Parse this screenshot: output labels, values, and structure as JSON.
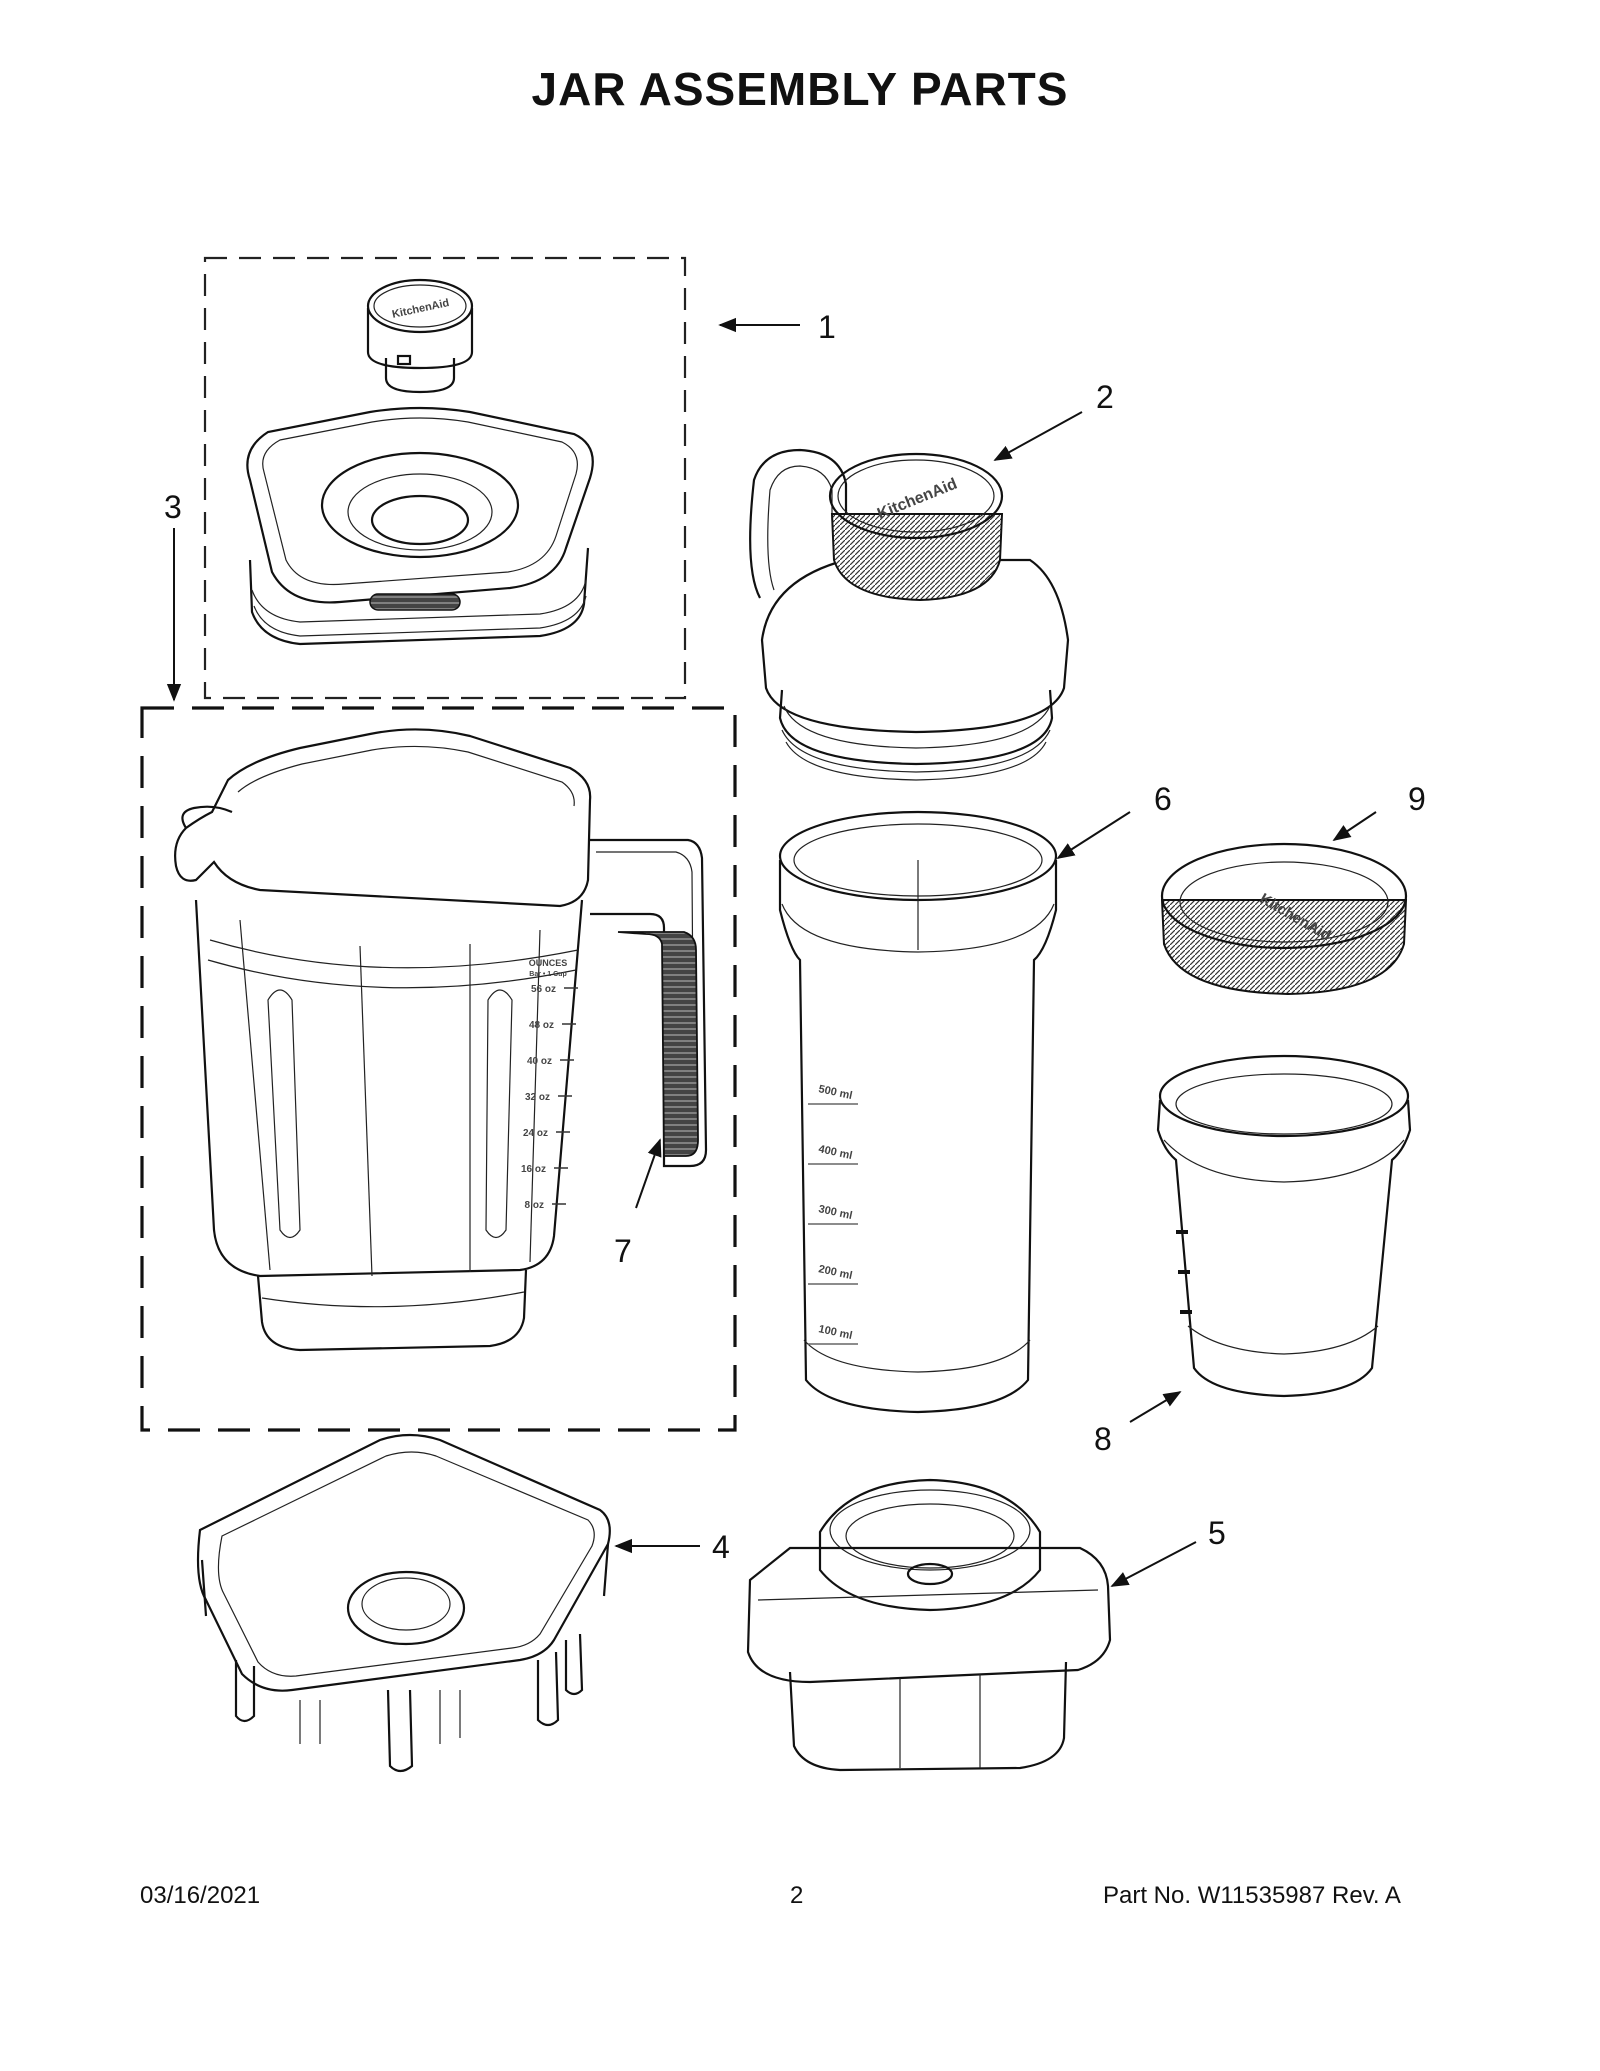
{
  "page": {
    "title": "JAR ASSEMBLY PARTS"
  },
  "callouts": [
    "1",
    "2",
    "3",
    "4",
    "5",
    "6",
    "7",
    "8",
    "9"
  ],
  "part_markings": {
    "brand": "KitchenAid",
    "measure_header_1": "OUNCES",
    "measure_header_2": "Bar • 1 Cup",
    "pitcher_scale": [
      "56",
      "48",
      "40",
      "32",
      "24",
      "16",
      "8"
    ],
    "pitcher_unit": "oz",
    "bottle_scale": [
      "500 ml",
      "400 ml",
      "300 ml",
      "200 ml",
      "100 ml"
    ]
  },
  "footer": {
    "date": "03/16/2021",
    "page_number": "2",
    "part_label": "Part No.  W11535987   Rev.  A"
  }
}
